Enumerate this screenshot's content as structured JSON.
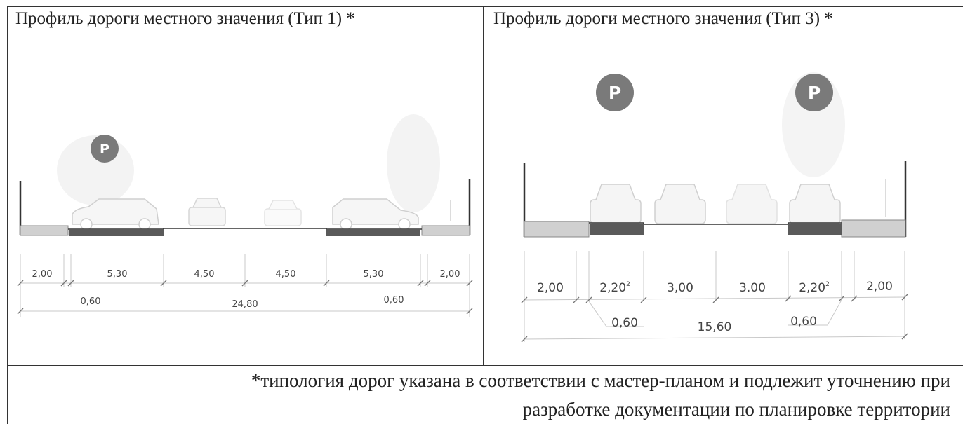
{
  "left": {
    "title": "Профиль дороги местного значения (Тип 1) *",
    "segments": [
      "2,00",
      "5,30",
      "4,50",
      "4,50",
      "5,30",
      "2,00"
    ],
    "sublabels": [
      "0,60",
      "24,80",
      "0,60"
    ],
    "parking_icon_label": "P",
    "parking_icon_color": "#7a7a7a"
  },
  "right": {
    "title": "Профиль дороги местного значения (Тип 3) *",
    "segments": [
      "2,00",
      "2,20",
      "3,00",
      "3.00",
      "2,20",
      "2,00"
    ],
    "segment_superscripts": [
      "",
      "2",
      "",
      "",
      "2",
      ""
    ],
    "sublabels": [
      "0,60",
      "15,60",
      "0,60"
    ],
    "parking_icon_label": "P",
    "parking_icon_color": "#7a7a7a"
  },
  "footnote": {
    "line1": "*типология дорог указана в соответствии с мастер-планом и подлежит уточнению при",
    "line2": "разработке документации по планировке территории"
  },
  "colors": {
    "lane_dark": "#5a5a5a",
    "sidewalk": "#d0d0d0",
    "car_outline": "#cfcfcf"
  }
}
